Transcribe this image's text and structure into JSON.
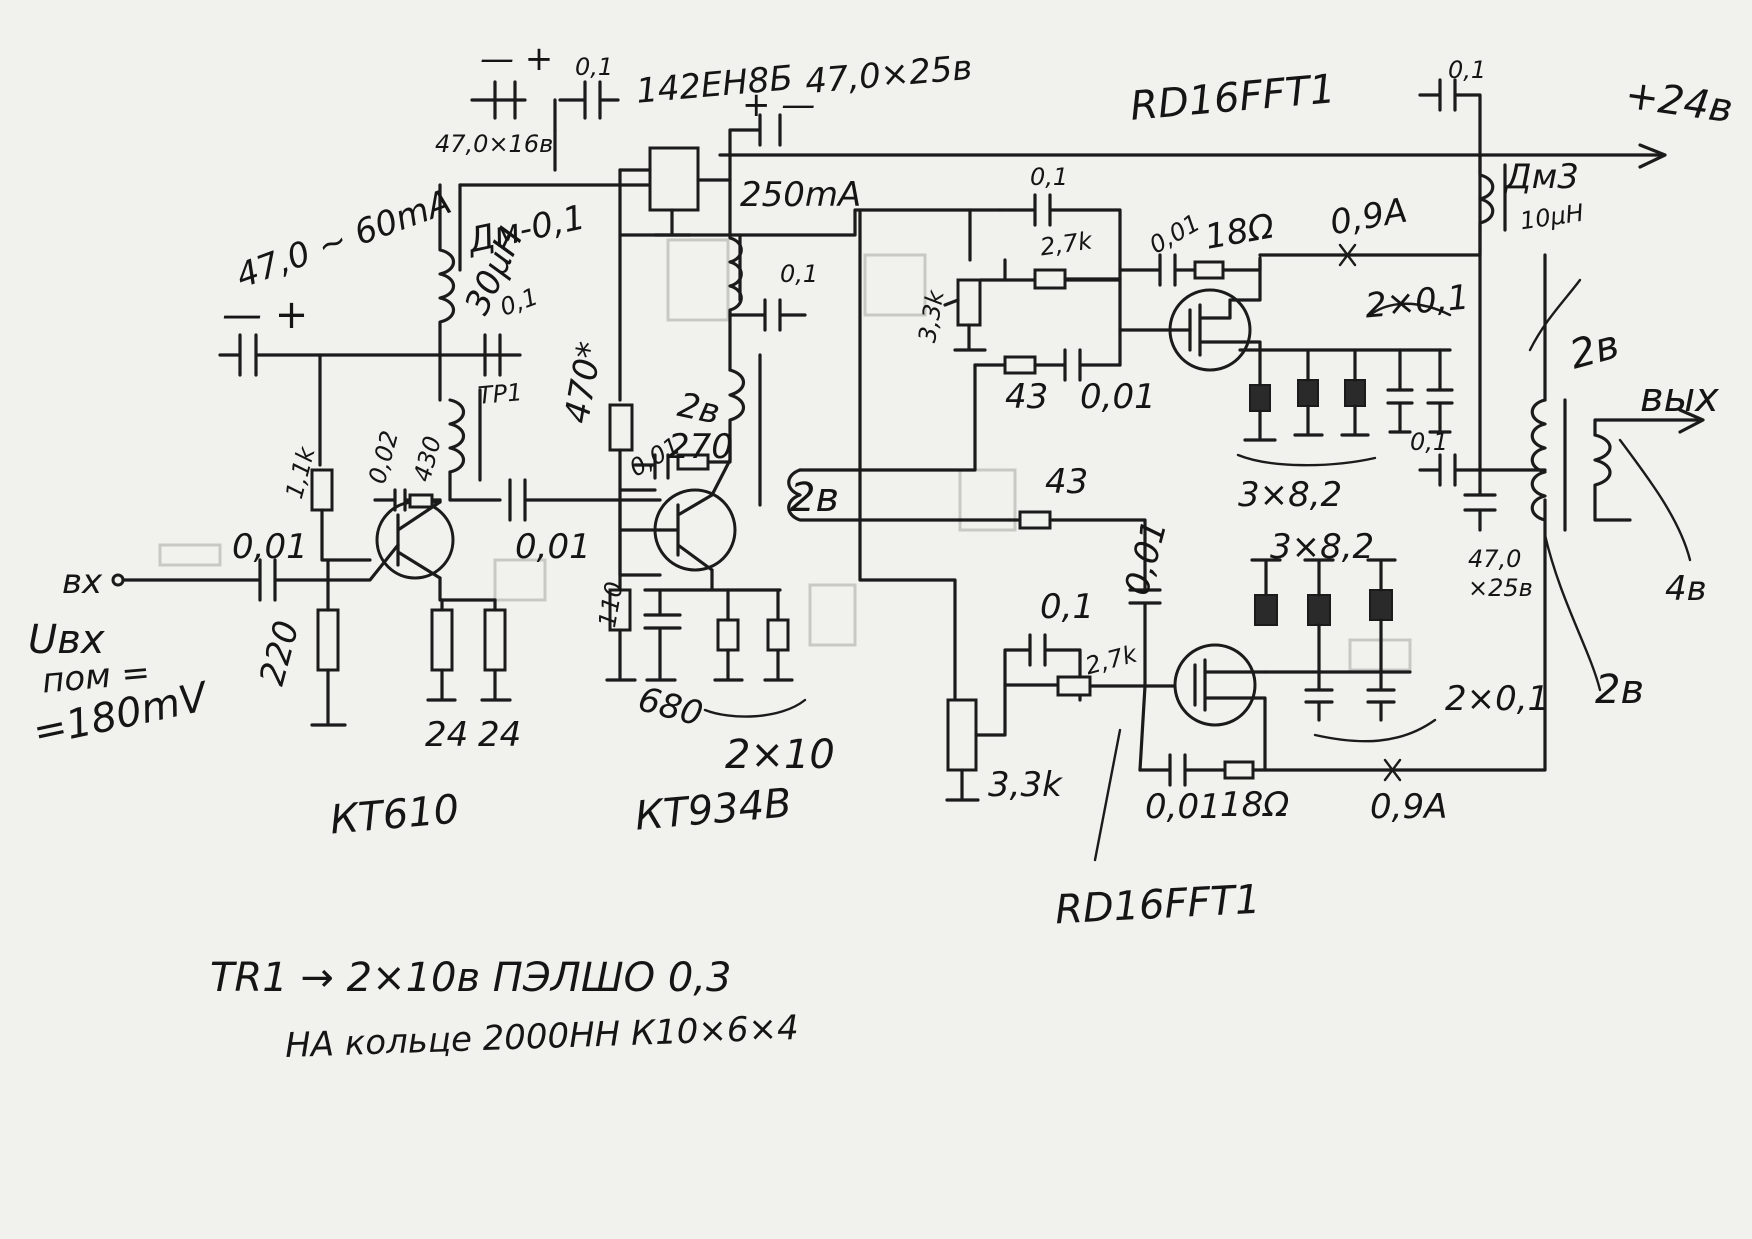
{
  "labels": {
    "pol_minus_plus_top": "— +",
    "c_01_top_left": "0,1",
    "c_470x16": "47,0×16в",
    "reg_ic": "142ЕН8Б",
    "c_top_pm": "+ —",
    "c_470x25_top": "47,0×25в",
    "fet_top_name": "RD16FFT1",
    "c_01_top_right": "0,1",
    "supply_24v": "+24в",
    "i_60ma": "47,0 ~ 60mA",
    "dm_01": "Дм-0,1",
    "l_30uh": "30μH",
    "i_250ma": "250mA",
    "dm3": "Дм3",
    "l_10uh": "10μH",
    "c_01_k1": "0,1",
    "r_27k_top": "2,7k",
    "c_001_top": "0,01",
    "r_18_top": "18Ω",
    "i_09a_top": "0,9A",
    "r_33k_top": "3,3k",
    "c_01_mid": "0,1",
    "pm_left": "— +",
    "c_01_left": "0,1",
    "c_2x01_top": "2×0,1",
    "t_2v_top_right": "2в",
    "r_470": "470*",
    "tp1": "TP1",
    "t_2v_mid": "2в",
    "r_1_1k": "1,1k",
    "c_002": "0,02",
    "r_430": "430",
    "c_001_small": "0,01",
    "r_270": "270",
    "r_43_top": "43",
    "c_001_mid": "0,01",
    "c_01_out": "0,1",
    "out_label": "вых",
    "t_2v_lower": "2в",
    "c_3x82_top": "3×8,2",
    "r_43_mid": "43",
    "input_label": "вх",
    "c_001_in": "0,01",
    "c_001_base": "0,01",
    "c_001_vert": "0,01",
    "c_3x82_bot": "3×8,2",
    "c_470x25_out": "47,0\n×25в",
    "vin_line1": "Uвх",
    "vin_line2": "пом =",
    "vin_line3": "=180mV",
    "r_220": "220",
    "r_110": "110",
    "c_01_bot": "0,1",
    "r_27k_bot": "2,7k",
    "c_2x01_bot": "2×0,1",
    "t_2v_bottom_right": "2в",
    "t_4v": "4в",
    "r_24a": "24",
    "r_24b": "24",
    "c_680": "680",
    "r_2x10": "2×10",
    "r_33k_bot": "3,3k",
    "c_001_bot": "0,01",
    "r_18_bot": "18Ω",
    "i_09a_bot": "0,9A",
    "kt610": "КТ610",
    "kt934": "КТ934В",
    "fet_bottom_name": "RD16FFT1",
    "note_line1": "TR1 → 2×10в ПЭЛШО 0,3",
    "note_line2": "НА кольце 2000НН К10×6×4"
  }
}
